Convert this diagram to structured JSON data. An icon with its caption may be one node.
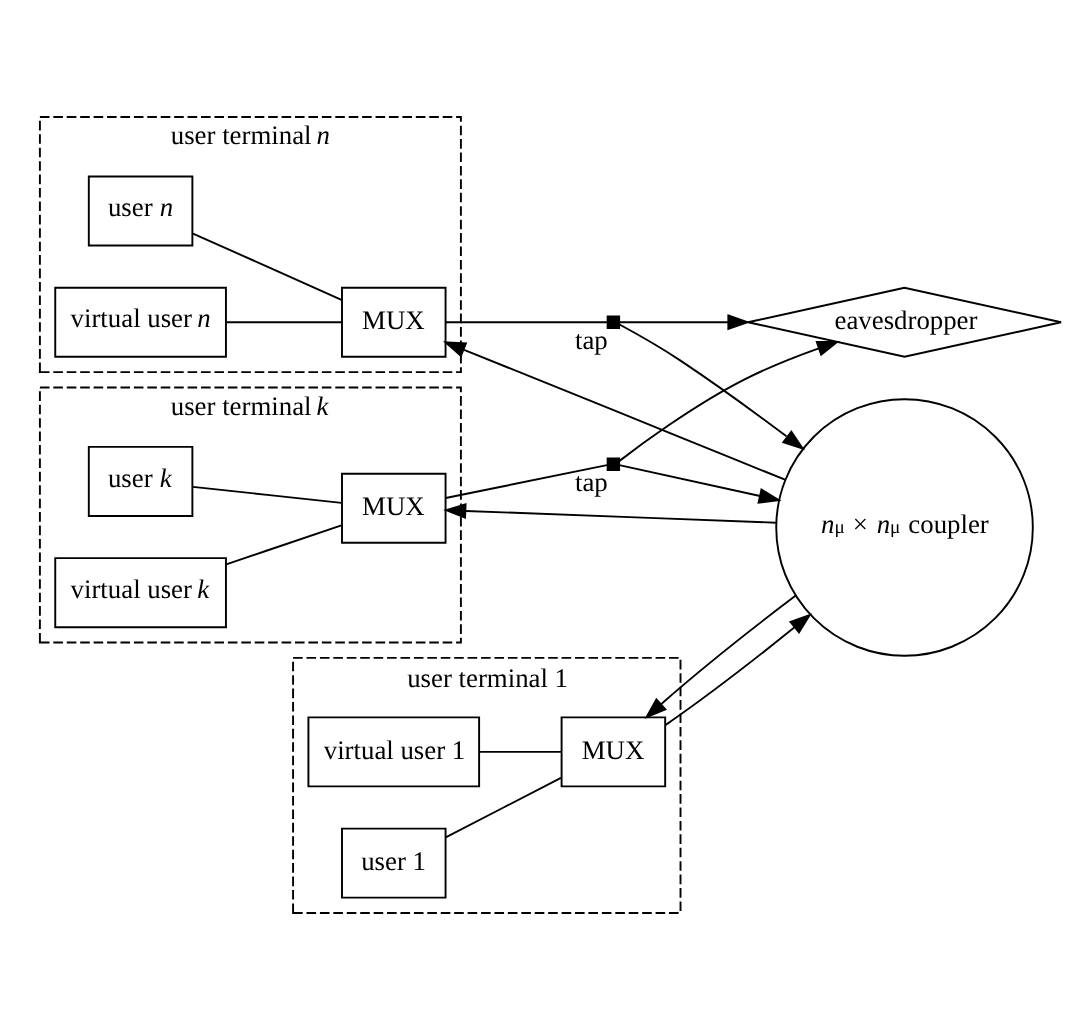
{
  "diagram": {
    "nodes": [
      {
        "text": [
          "user terminal 1"
        ]
      },
      {
        "text": [
          "virtual user 1"
        ],
        "in": 0
      },
      {
        "text": [
          "user 1"
        ],
        "in": 0
      },
      {
        "text": [
          "MUX"
        ],
        "in": 0
      },
      {
        "text": [
          "user terminal *k*"
        ]
      },
      {
        "text": [
          "user *k*"
        ],
        "in": 4
      },
      {
        "text": [
          "MUX"
        ],
        "in": 4
      },
      {
        "text": [
          "virtual user *k*"
        ],
        "in": 4
      },
      {
        "text": [
          "user terminal *n*"
        ]
      },
      {
        "text": [
          "user *n*"
        ],
        "in": 8
      },
      {
        "text": [
          "MUX"
        ],
        "in": 8
      },
      {
        "text": [
          "virtual user *n*"
        ],
        "in": 8
      },
      {
        "text": [
          "*n*$_{μ}$ × *n*$_{μ}$ coupler"
        ]
      },
      {
        "text": [],
        "shape": "box",
        "beside": [
          "tap"
        ]
      },
      {
        "text": [],
        "shape": "box",
        "beside": [
          "tap"
        ]
      },
      {
        "text": [
          "eavesdropper"
        ]
      }
    ],
    "edges": [
      {
        "from": 1,
        "to": 3,
        "arrow": "none"
      },
      {
        "from": 2,
        "to": 3,
        "arrow": "none"
      },
      {
        "from": 3,
        "to": 12,
        "arrow": "to"
      },
      {
        "from": 12,
        "to": 3,
        "arrow": "to"
      },
      {
        "from": 5,
        "to": 6,
        "arrow": "none"
      },
      {
        "from": 7,
        "to": 6,
        "arrow": "none"
      },
      {
        "from": 6,
        "to": 13,
        "arrow": "none"
      },
      {
        "from": 13,
        "to": 12,
        "arrow": "to"
      },
      {
        "from": 12,
        "to": 6,
        "arrow": "to"
      },
      {
        "from": 9,
        "to": 10,
        "arrow": "none"
      },
      {
        "from": 11,
        "to": 10,
        "arrow": "none"
      },
      {
        "from": 10,
        "to": 14,
        "arrow": "none"
      },
      {
        "from": 14,
        "to": 12,
        "arrow": "to"
      },
      {
        "from": 12,
        "to": 10,
        "arrow": "to"
      },
      {
        "from": 13,
        "to": 15,
        "arrow": "to"
      },
      {
        "from": 14,
        "to": 15,
        "arrow": "to"
      }
    ]
  }
}
